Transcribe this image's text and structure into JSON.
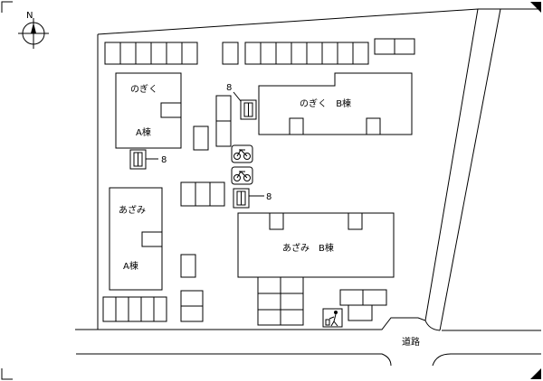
{
  "compass": {
    "label": "N",
    "icon": "compass-rose-icon"
  },
  "buildings": {
    "nogiku_a": {
      "name": "のぎく",
      "wing": "A棟"
    },
    "nogiku_b": {
      "name": "のぎく　B棟"
    },
    "azami_a": {
      "name": "あざみ",
      "wing": "A棟"
    },
    "azami_b": {
      "name": "あざみ　B棟"
    }
  },
  "elevators": [
    {
      "label": "8",
      "icon": "elevator-icon"
    },
    {
      "label": "8",
      "icon": "elevator-icon"
    },
    {
      "label": "8",
      "icon": "elevator-icon"
    }
  ],
  "bicycle_parking": {
    "icon": "bicycle-icon",
    "count": 2
  },
  "garbage_station": {
    "icon": "garbage-disposal-icon"
  },
  "road": {
    "label": "道路"
  }
}
